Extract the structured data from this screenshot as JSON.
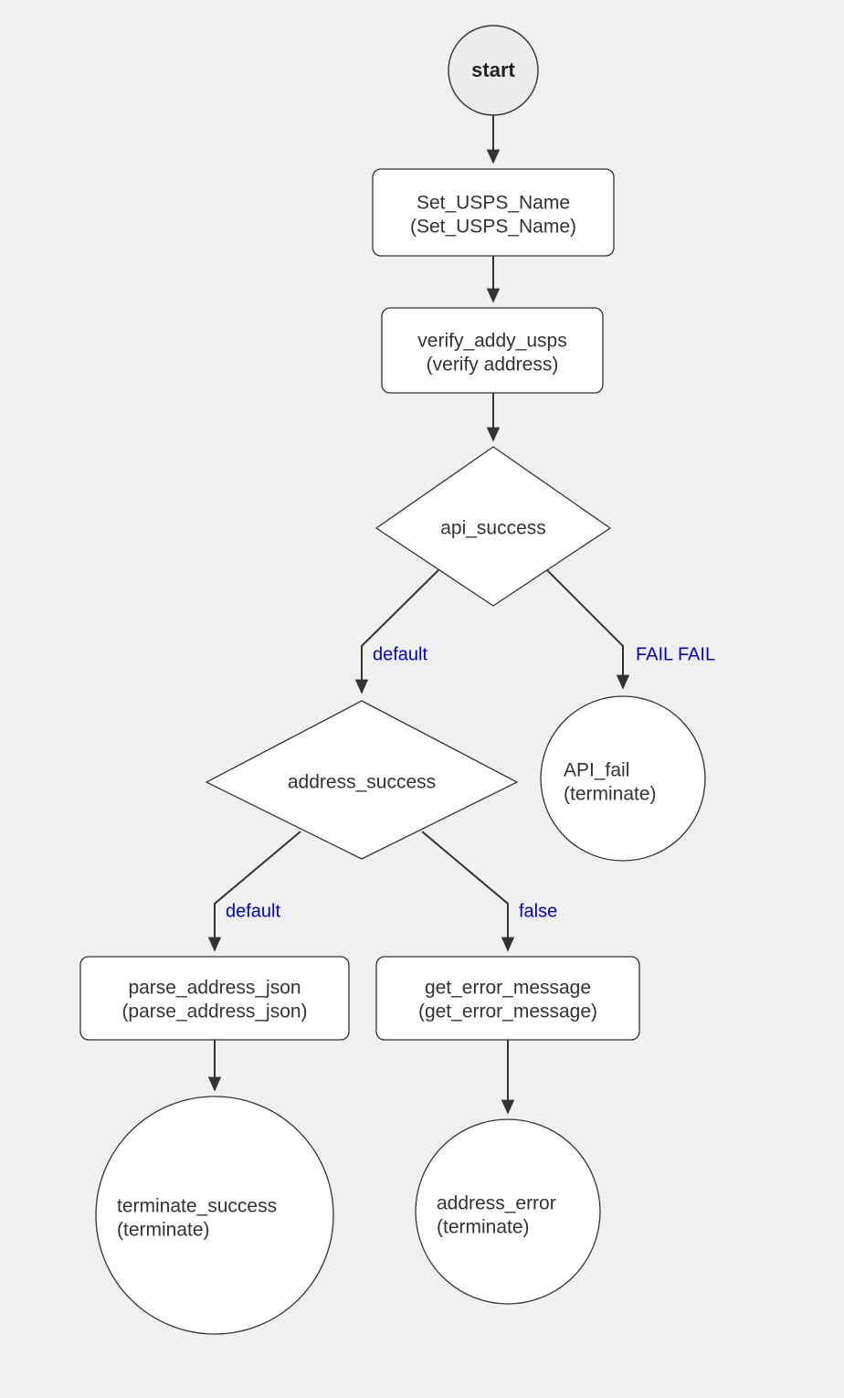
{
  "diagram": {
    "type": "flowchart",
    "direction": "top-down",
    "background_color": "#f0f0f0",
    "node_fill": "#ffffff",
    "node_stroke": "#333333",
    "start_fill": "#ececec",
    "edge_label_color": "#0000cc",
    "nodes": [
      {
        "id": "start",
        "shape": "circle",
        "label_line1": "start",
        "label_line2": "",
        "bold": true
      },
      {
        "id": "set_usps_name",
        "shape": "rounded-rect",
        "label_line1": "Set_USPS_Name",
        "label_line2": "(Set_USPS_Name)"
      },
      {
        "id": "verify_addy_usps",
        "shape": "rounded-rect",
        "label_line1": "verify_addy_usps",
        "label_line2": "(verify address)"
      },
      {
        "id": "api_success",
        "shape": "diamond",
        "label_line1": "api_success",
        "label_line2": ""
      },
      {
        "id": "address_success",
        "shape": "diamond",
        "label_line1": "address_success",
        "label_line2": ""
      },
      {
        "id": "api_fail",
        "shape": "circle",
        "label_line1": "API_fail",
        "label_line2": "(terminate)"
      },
      {
        "id": "parse_address_json",
        "shape": "rounded-rect",
        "label_line1": "parse_address_json",
        "label_line2": "(parse_address_json)"
      },
      {
        "id": "get_error_message",
        "shape": "rounded-rect",
        "label_line1": "get_error_message",
        "label_line2": "(get_error_message)"
      },
      {
        "id": "terminate_success",
        "shape": "circle",
        "label_line1": "terminate_success",
        "label_line2": "(terminate)"
      },
      {
        "id": "address_error",
        "shape": "circle",
        "label_line1": "address_error",
        "label_line2": "(terminate)"
      }
    ],
    "edges": [
      {
        "id": "e1",
        "from": "start",
        "to": "set_usps_name",
        "label": ""
      },
      {
        "id": "e2",
        "from": "set_usps_name",
        "to": "verify_addy_usps",
        "label": ""
      },
      {
        "id": "e3",
        "from": "verify_addy_usps",
        "to": "api_success",
        "label": ""
      },
      {
        "id": "e4",
        "from": "api_success",
        "to": "address_success",
        "label": "default"
      },
      {
        "id": "e5",
        "from": "api_success",
        "to": "api_fail",
        "label": "FAIL FAIL"
      },
      {
        "id": "e6",
        "from": "address_success",
        "to": "parse_address_json",
        "label": "default"
      },
      {
        "id": "e7",
        "from": "address_success",
        "to": "get_error_message",
        "label": "false"
      },
      {
        "id": "e8",
        "from": "parse_address_json",
        "to": "terminate_success",
        "label": ""
      },
      {
        "id": "e9",
        "from": "get_error_message",
        "to": "address_error",
        "label": ""
      }
    ]
  }
}
